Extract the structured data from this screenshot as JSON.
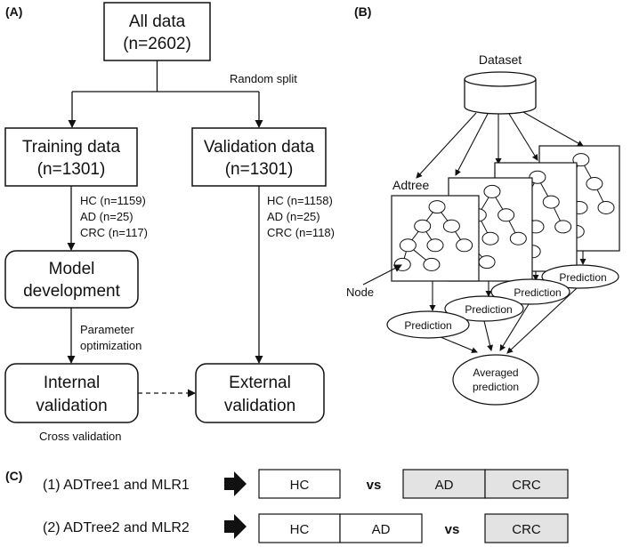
{
  "panel_a": {
    "label": "(A)",
    "all_data": {
      "title": "All data",
      "count": "(n=2602)"
    },
    "split_label": "Random split",
    "training": {
      "title": "Training data",
      "count": "(n=1301)",
      "breakdown": [
        "HC (n=1159)",
        "AD (n=25)",
        "CRC (n=117)"
      ]
    },
    "validation": {
      "title": "Validation data",
      "count": "(n=1301)",
      "breakdown": [
        "HC (n=1158)",
        "AD (n=25)",
        "CRC (n=118)"
      ]
    },
    "model_dev": {
      "line1": "Model",
      "line2": "development"
    },
    "param_opt": {
      "line1": "Parameter",
      "line2": "optimization"
    },
    "internal": {
      "line1": "Internal",
      "line2": "validation"
    },
    "external": {
      "line1": "External",
      "line2": "validation"
    },
    "cross_validation": "Cross validation"
  },
  "panel_b": {
    "label": "(B)",
    "dataset": "Dataset",
    "adtree": "Adtree",
    "node": "Node",
    "prediction": "Prediction",
    "averaged": {
      "line1": "Averaged",
      "line2": "prediction"
    }
  },
  "panel_c": {
    "label": "(C)",
    "row1": {
      "name": "(1) ADTree1 and MLR1",
      "left": [
        "HC"
      ],
      "vs": "vs",
      "right": [
        "AD",
        "CRC"
      ]
    },
    "row2": {
      "name": "(2) ADTree2 and MLR2",
      "left": [
        "HC",
        "AD"
      ],
      "vs": "vs",
      "right": [
        "CRC"
      ]
    },
    "shaded_color": "#e3e3e3"
  }
}
